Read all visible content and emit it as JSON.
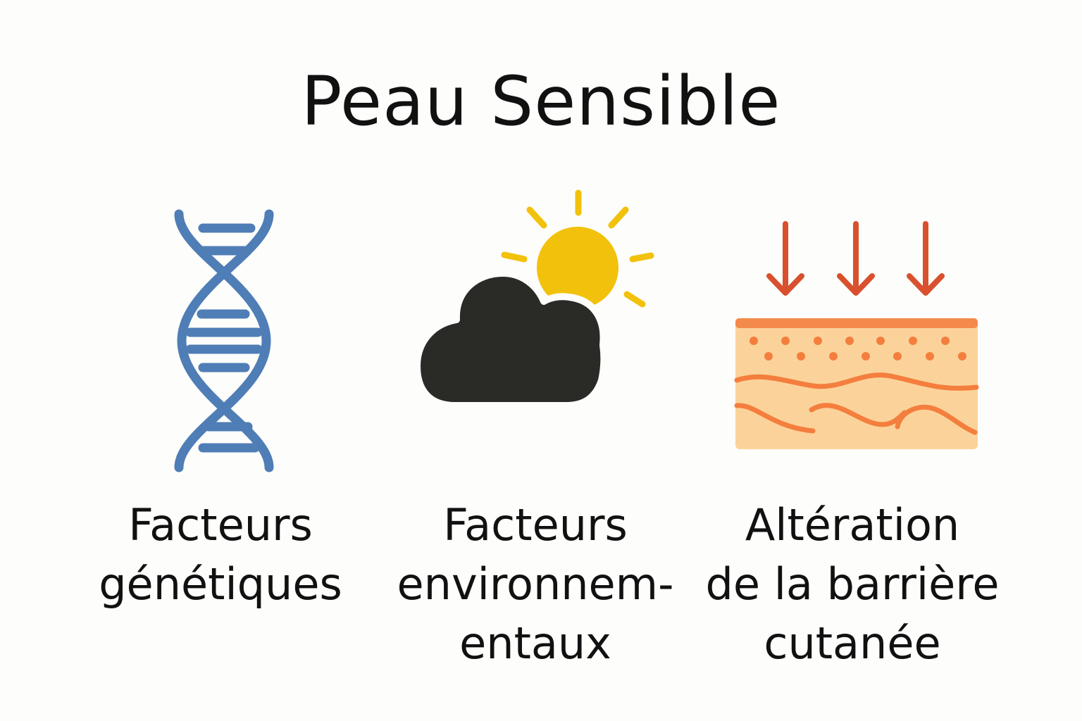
{
  "title": "Peau Sensible",
  "factors": [
    {
      "icon": "dna-icon",
      "lines": [
        "Facteurs",
        "génétiques"
      ]
    },
    {
      "icon": "cloud-sun-icon",
      "lines": [
        "Facteurs",
        "environnem-",
        "entaux"
      ]
    },
    {
      "icon": "skin-barrier-icon",
      "lines": [
        "Altération",
        "de la barrière",
        "cutanée"
      ]
    }
  ],
  "colors": {
    "background": "#fdfdfb",
    "text": "#111111",
    "dna": "#4f7db6",
    "sun": "#f2c10b",
    "cloud": "#2a2a27",
    "arrows": "#d8502e",
    "skin_top": "#f48a4a",
    "skin_fill": "#fbd39a",
    "skin_pattern": "#f47e3e"
  }
}
